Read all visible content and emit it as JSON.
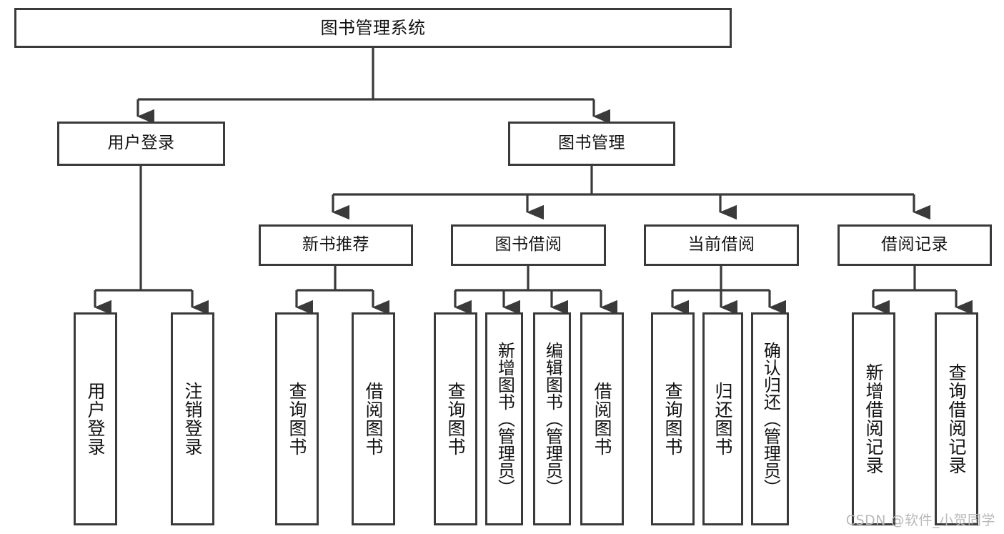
{
  "diagram": {
    "title": "图书管理系统",
    "type": "tree-hierarchy-chart",
    "watermark": "CSDN @软件_小贺同学",
    "colors": {
      "box_border": "#3a3a3a",
      "box_fill": "#ffffff",
      "edge": "#3a3a3a",
      "text": "#111111",
      "watermark": "#b9b9b9",
      "background": "#ffffff"
    },
    "root": {
      "label": "图书管理系统"
    },
    "level2": [
      {
        "label": "用户登录"
      },
      {
        "label": "图书管理"
      }
    ],
    "level3": [
      {
        "label": "新书推荐"
      },
      {
        "label": "图书借阅"
      },
      {
        "label": "当前借阅"
      },
      {
        "label": "借阅记录"
      }
    ],
    "leaves": {
      "user_login": [
        {
          "label": "用户登录"
        },
        {
          "label": "注销登录"
        }
      ],
      "new_book_recommend": [
        {
          "label": "查询图书"
        },
        {
          "label": "借阅图书"
        }
      ],
      "book_borrow": [
        {
          "label": "查询图书"
        },
        {
          "label": "新增图书（管理员）"
        },
        {
          "label": "编辑图书（管理员）"
        },
        {
          "label": "借阅图书"
        }
      ],
      "current_borrow": [
        {
          "label": "查询图书"
        },
        {
          "label": "归还图书"
        },
        {
          "label": "确认归还（管理员）"
        }
      ],
      "borrow_record": [
        {
          "label": "新增借阅记录"
        },
        {
          "label": "查询借阅记录"
        }
      ]
    }
  }
}
